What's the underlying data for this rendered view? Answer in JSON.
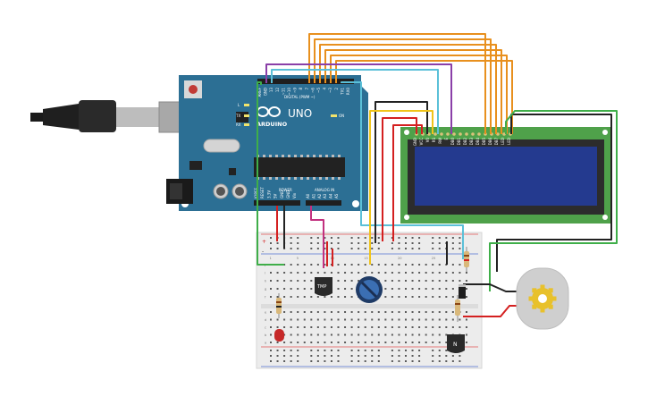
{
  "arduino": {
    "logo_text": "ARDUINO",
    "model": "UNO",
    "digital_label": "DIGITAL (PWM ~)",
    "power_label": "POWER",
    "analog_label": "ANALOG IN",
    "on_label": "ON",
    "tx_label": "TX",
    "rx_label": "RX",
    "l_label": "L",
    "digital_pins": [
      "AREF",
      "GND",
      "13",
      "12",
      "~11",
      "~10",
      "~9",
      "8",
      "7",
      "~6",
      "~5",
      "4",
      "~3",
      "2",
      "TX1",
      "RX0"
    ],
    "power_pins": [
      "IOREF",
      "RESET",
      "3.3V",
      "5V",
      "GND",
      "GND",
      "Vin"
    ],
    "analog_pins": [
      "A0",
      "A1",
      "A2",
      "A3",
      "A4",
      "A5"
    ]
  },
  "sensor": {
    "label": "TMP"
  },
  "transistor": {
    "label": "N"
  },
  "lcd": {
    "pins": [
      "GND",
      "VCC",
      "V0",
      "RS",
      "RW",
      "E",
      "DB0",
      "DB1",
      "DB2",
      "DB3",
      "DB4",
      "DB5",
      "DB6",
      "DB7",
      "LED",
      "LED"
    ]
  },
  "breadboard": {
    "rail_plus": "+",
    "rail_minus": "-",
    "row_letters": [
      "j",
      "i",
      "h",
      "g",
      "f",
      "e",
      "d",
      "c",
      "b",
      "a"
    ],
    "col_numbers": [
      "1",
      "5",
      "10",
      "15",
      "20",
      "25",
      "30"
    ]
  },
  "colors": {
    "arduino_board": "#2c6f94",
    "lcd_pcb": "#4fa14a",
    "lcd_screen": "#243a8f",
    "wire_orange": "#e8901e",
    "wire_purple": "#8a3fa8",
    "wire_cyan": "#5bc0d8",
    "wire_green": "#3fae49",
    "wire_black": "#222222",
    "wire_red": "#d42020",
    "wire_yellow": "#f0c419",
    "wire_magenta": "#c2317f"
  }
}
